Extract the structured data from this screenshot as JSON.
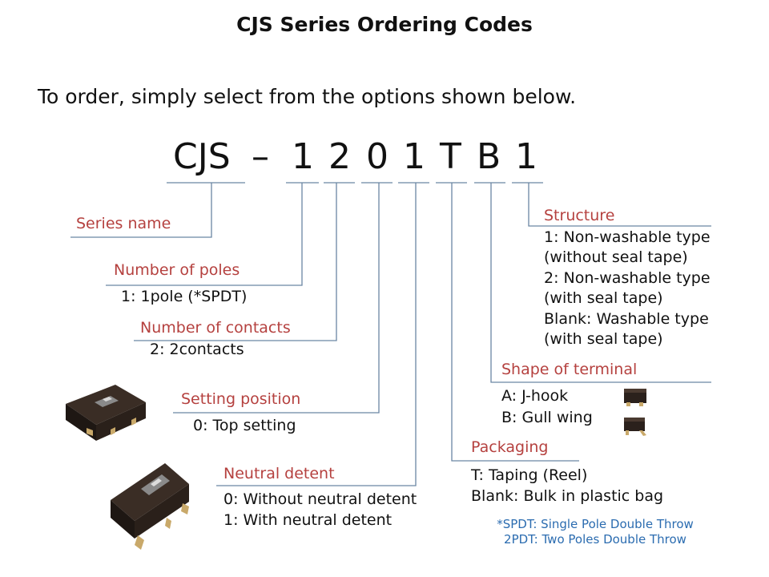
{
  "title": "CJS Series Ordering Codes",
  "intro": "To order, simply select from the options shown below.",
  "code": {
    "prefix": "CJS",
    "dash": "–",
    "chars": [
      "1",
      "2",
      "0",
      "1",
      "T",
      "B",
      "1"
    ]
  },
  "fields": {
    "series": {
      "heading": "Series name"
    },
    "poles": {
      "heading": "Number of poles",
      "options": [
        "1: 1pole (*SPDT)"
      ]
    },
    "contacts": {
      "heading": "Number of contacts",
      "options": [
        "2: 2contacts"
      ]
    },
    "setting": {
      "heading": "Setting position",
      "options": [
        "0: Top setting"
      ]
    },
    "detent": {
      "heading": "Neutral detent",
      "options": [
        "0: Without neutral detent",
        "1: With neutral detent"
      ]
    },
    "packaging": {
      "heading": "Packaging",
      "options": [
        "T: Taping (Reel)",
        "Blank: Bulk in plastic bag"
      ]
    },
    "terminal": {
      "heading": "Shape of terminal",
      "options": [
        "A: J-hook",
        "B: Gull wing"
      ]
    },
    "structure": {
      "heading": "Structure",
      "options": [
        "1: Non-washable type",
        "(without seal tape)",
        "2: Non-washable type",
        "(with seal tape)",
        "Blank: Washable type",
        "(with seal tape)"
      ]
    }
  },
  "footnote": [
    "*SPDT: Single Pole Double Throw",
    "2PDT: Two Poles Double Throw"
  ],
  "colors": {
    "heading": "#b5413f",
    "line": "#5a7a9a",
    "note": "#2b6cb0"
  }
}
